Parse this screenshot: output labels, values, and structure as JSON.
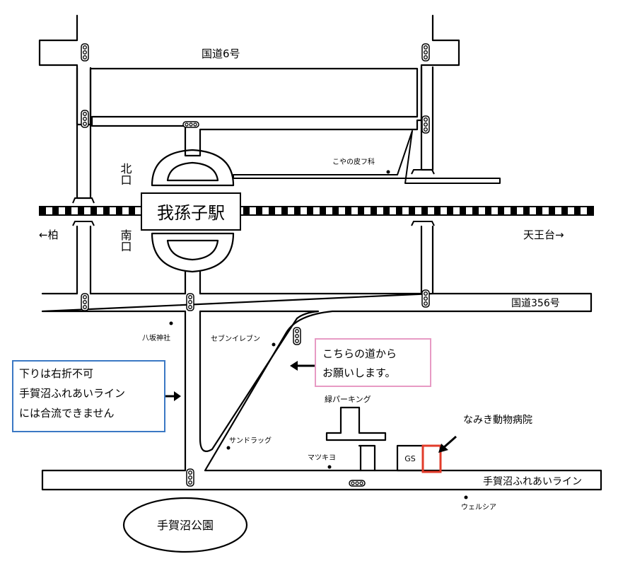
{
  "station": {
    "name": "我孫子駅",
    "north_exit": "北口",
    "south_exit": "南口"
  },
  "directions": {
    "west": "←柏",
    "east": "天王台→"
  },
  "roads": {
    "route6": "国道6号",
    "route356": "国道356号",
    "teganuma_line": "手賀沼ふれあいライン"
  },
  "places": {
    "koya_clinic": "こやの皮フ科",
    "hachisaka": "八坂神社",
    "seven_eleven": "セブンイレブン",
    "sundrug": "サンドラッグ",
    "midori_parking": "緑パーキング",
    "matsukiyo": "マツキヨ",
    "gs": "GS",
    "clinic": "なみき動物病院",
    "welcia": "ウェルシア",
    "park": "手賀沼公園"
  },
  "notes": {
    "blue": [
      "下りは右折不可",
      "手賀沼ふれあいライン",
      "には合流できません"
    ],
    "pink": [
      "こちらの道から",
      "お願いします。"
    ]
  },
  "colors": {
    "blue_box": "#3b78c4",
    "pink_box": "#e79ac4",
    "target": "#e23b2a"
  }
}
